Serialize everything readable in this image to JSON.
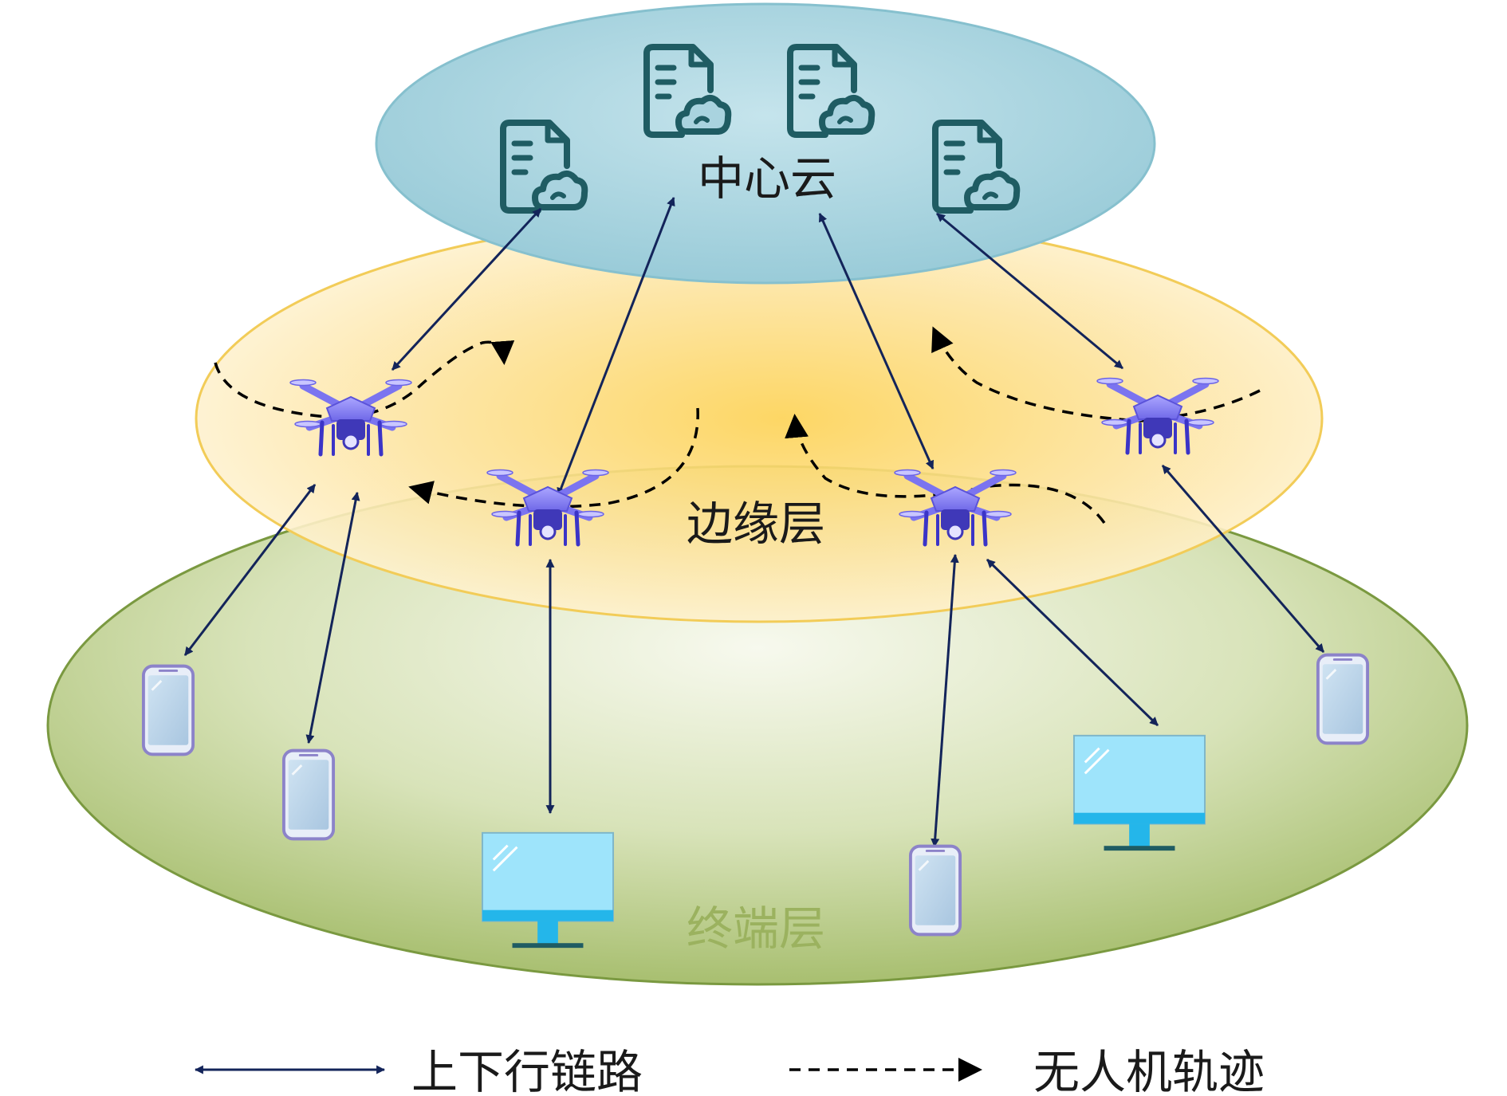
{
  "layers": {
    "cloud": {
      "label": "中心云",
      "fill_color": "#a9d3df",
      "text_color": "#1a1a1a"
    },
    "edge": {
      "label": "边缘层",
      "fill_color": "#fdd978",
      "text_color": "#1a1a1a"
    },
    "terminal": {
      "label": "终端层",
      "fill_color": "#b5c985",
      "text_color": "#9bb25f"
    }
  },
  "legend": {
    "link_label": "上下行链路",
    "trajectory_label": "无人机轨迹"
  },
  "icons": {
    "server": "cloud-server-icon",
    "drone": "drone-icon",
    "phone": "smartphone-icon",
    "monitor": "monitor-icon"
  },
  "colors": {
    "arrow": "#13245a",
    "server": "#1f5c63",
    "drone": "#8d86f3",
    "phone_body": "#b7d2ea",
    "monitor_screen": "#9ee4fb"
  }
}
